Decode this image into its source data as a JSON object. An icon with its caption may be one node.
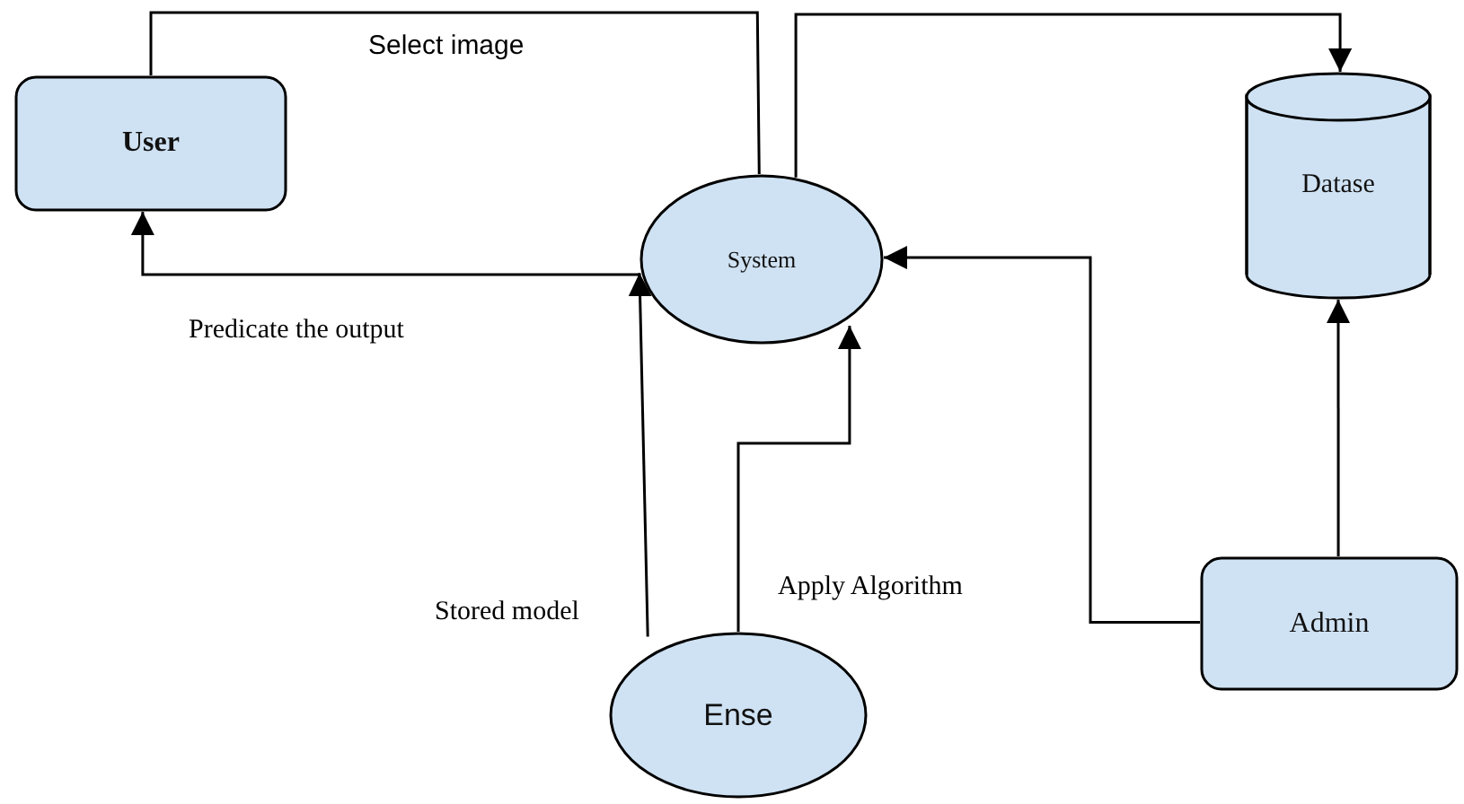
{
  "diagram": {
    "nodes": [
      {
        "text": [
          "User"
        ]
      },
      {
        "text": [
          "System"
        ]
      },
      {
        "text": [
          "Datase"
        ]
      },
      {
        "text": [
          "Admin"
        ]
      },
      {
        "text": [
          "Ense"
        ]
      }
    ],
    "edges": [
      {
        "from": 0,
        "to": 1,
        "arrow": "none",
        "label": "Select image"
      },
      {
        "from": 1,
        "to": 0,
        "arrow": "to",
        "label": "Predicate the output"
      },
      {
        "from": 1,
        "to": 2,
        "arrow": "to"
      },
      {
        "from": 3,
        "to": 1,
        "arrow": "to"
      },
      {
        "from": 3,
        "to": 2,
        "arrow": "to"
      },
      {
        "from": 4,
        "to": 1,
        "arrow": "to",
        "label": "Stored model"
      },
      {
        "from": 4,
        "to": 1,
        "arrow": "to",
        "label": "Apply Algorithm"
      }
    ]
  }
}
